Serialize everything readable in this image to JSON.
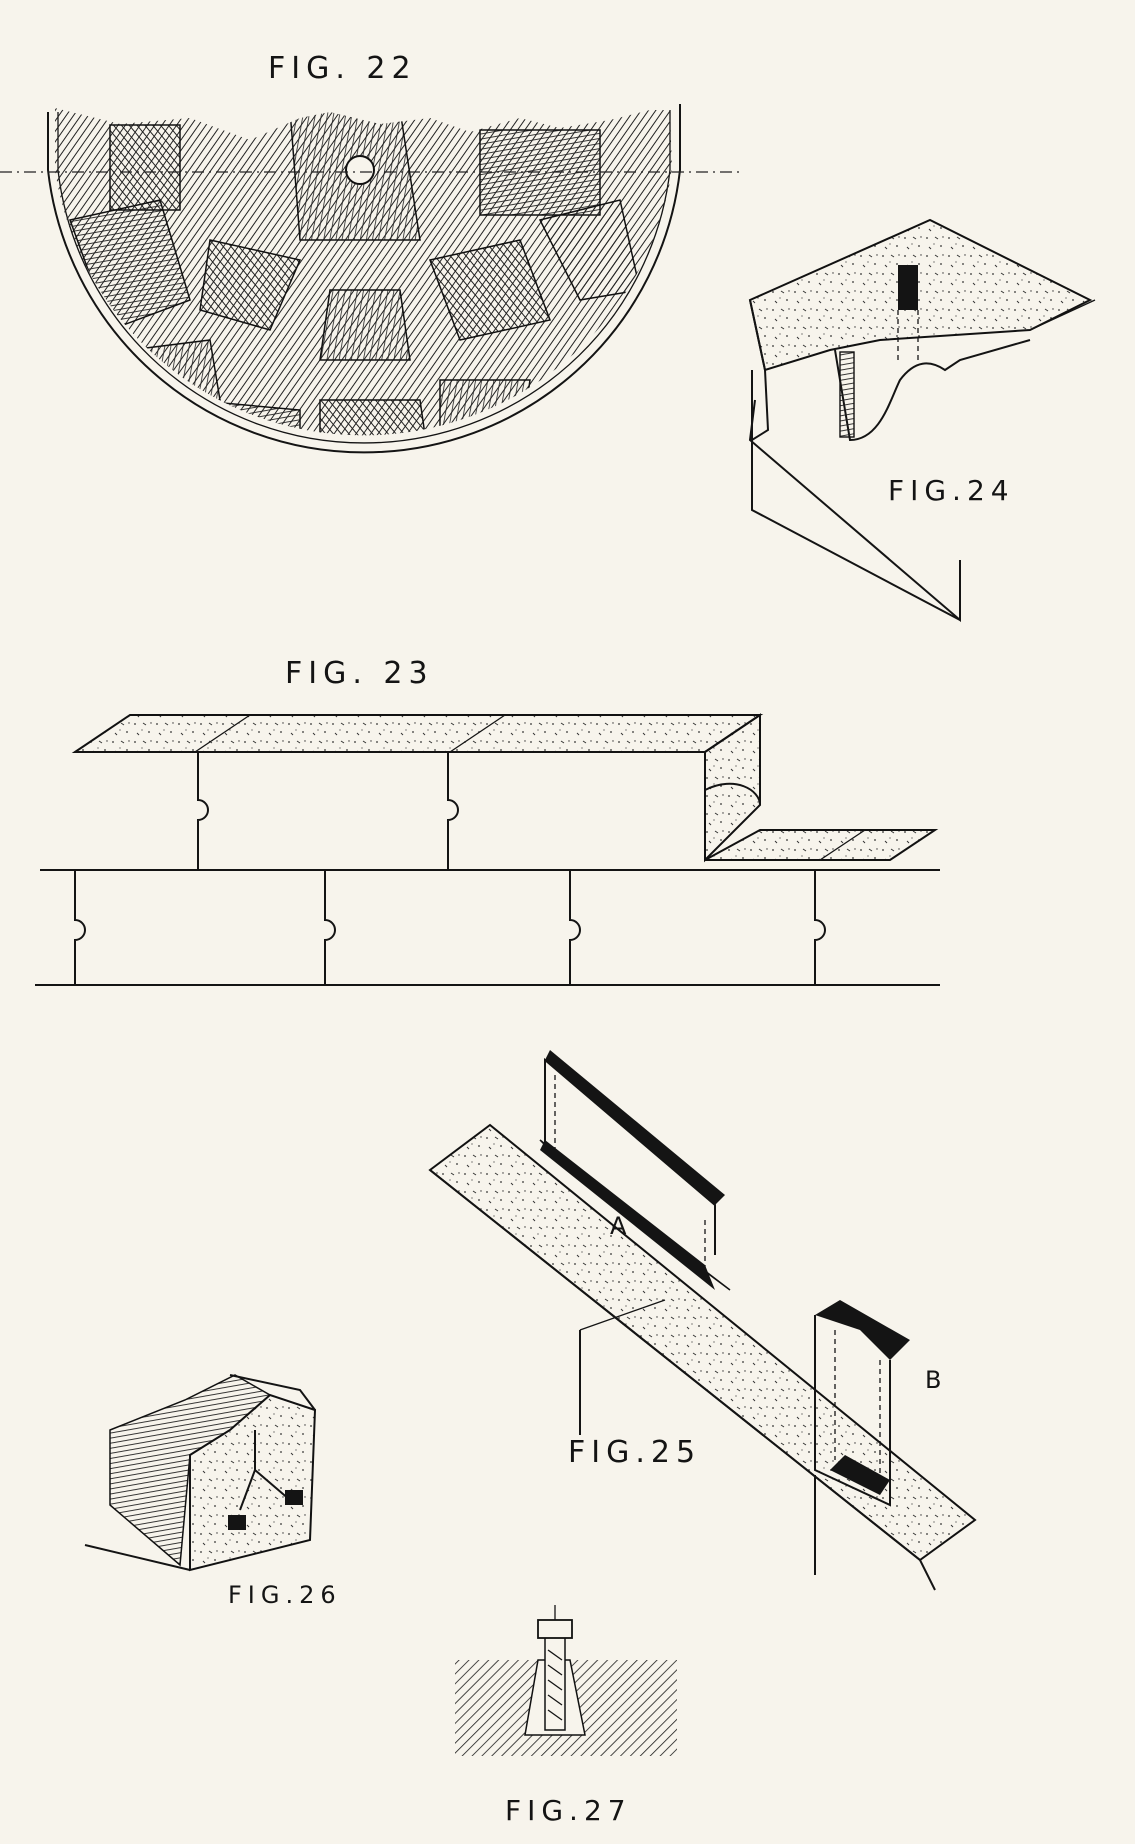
{
  "plate": {
    "background": "#f7f4ec",
    "ink": "#141414"
  },
  "figures": {
    "fig22": {
      "caption": "FIG. 22"
    },
    "fig23": {
      "caption": "FIG. 23"
    },
    "fig24": {
      "caption": "FIG.24"
    },
    "fig25": {
      "caption": "FIG.25",
      "label_a": "A",
      "label_b": "B"
    },
    "fig26": {
      "caption": "FIG.26"
    },
    "fig27": {
      "caption": "FIG.27"
    }
  }
}
